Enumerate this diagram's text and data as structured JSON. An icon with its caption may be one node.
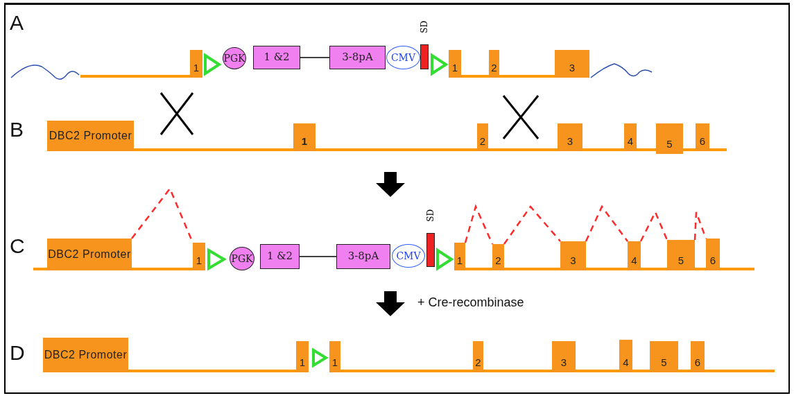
{
  "diagram": {
    "nodes": [
      {
        "text": [
          "1"
        ]
      },
      {
        "text": [],
        "shape": "triangle"
      },
      {
        "text": [
          "PGK"
        ]
      },
      {
        "text": [
          "1 &2"
        ]
      },
      {
        "text": [
          "3-8pA"
        ]
      },
      {
        "text": [
          "CMV"
        ]
      },
      {
        "text": [
          "SD"
        ]
      },
      {
        "text": [],
        "shape": "triangle"
      },
      {
        "text": [
          "1"
        ]
      },
      {
        "text": [
          "2"
        ]
      },
      {
        "text": [
          "3"
        ]
      },
      {
        "text": [
          "DBC2 Promoter"
        ]
      },
      {
        "text": [
          "1"
        ]
      },
      {
        "text": [
          "2"
        ]
      },
      {
        "text": [
          "3"
        ]
      },
      {
        "text": [
          "4"
        ]
      },
      {
        "text": [
          "5"
        ]
      },
      {
        "text": [
          "6"
        ]
      },
      {
        "text": [
          "DBC2 Promoter"
        ]
      },
      {
        "text": [
          "1"
        ]
      },
      {
        "text": [],
        "shape": "triangle"
      },
      {
        "text": [
          "PGK"
        ]
      },
      {
        "text": [
          "1 &2"
        ]
      },
      {
        "text": [
          "3-8pA"
        ]
      },
      {
        "text": [
          "CMV"
        ]
      },
      {
        "text": [
          "SD"
        ]
      },
      {
        "text": [],
        "shape": "triangle"
      },
      {
        "text": [
          "1"
        ]
      },
      {
        "text": [
          "2"
        ]
      },
      {
        "text": [
          "3"
        ]
      },
      {
        "text": [
          "4"
        ]
      },
      {
        "text": [
          "5"
        ]
      },
      {
        "text": [
          "6"
        ]
      },
      {
        "text": [
          "DBC2 Promoter"
        ]
      },
      {
        "text": [
          "1"
        ]
      },
      {
        "text": [],
        "shape": "triangle"
      },
      {
        "text": [
          "1"
        ]
      },
      {
        "text": [
          "2"
        ]
      },
      {
        "text": [
          "3"
        ]
      },
      {
        "text": [
          "4"
        ]
      },
      {
        "text": [
          "5"
        ]
      },
      {
        "text": [
          "6"
        ]
      }
    ],
    "edges": [
      {
        "from": 3,
        "to": 4,
        "arrow": "none",
        "color": "#000000"
      },
      {
        "from": 18,
        "to": 19,
        "arrow": "none",
        "style": "dashed",
        "color": "#ff2a2a"
      },
      {
        "from": 22,
        "to": 23,
        "arrow": "none",
        "color": "#000000"
      },
      {
        "from": 27,
        "to": 28,
        "arrow": "none",
        "style": "dashed",
        "color": "#ff2a2a"
      },
      {
        "from": 28,
        "to": 29,
        "arrow": "none",
        "style": "dashed",
        "color": "#ff2a2a"
      },
      {
        "from": 29,
        "to": 30,
        "arrow": "none",
        "style": "dashed",
        "color": "#ff2a2a"
      },
      {
        "from": 30,
        "to": 31,
        "arrow": "none",
        "style": "dashed",
        "color": "#ff2a2a"
      },
      {
        "from": 31,
        "to": 32,
        "arrow": "none",
        "style": "dashed",
        "color": "#ff2a2a"
      },
      {
        "from": null,
        "to": 0,
        "arrow": "none",
        "color": "#ff9900"
      },
      {
        "from": 8,
        "to": 9,
        "arrow": "none",
        "color": "#ff9900"
      },
      {
        "from": 9,
        "to": 10,
        "arrow": "none",
        "color": "#ff9900"
      },
      {
        "from": 11,
        "to": 12,
        "arrow": "none",
        "color": "#ff9900"
      },
      {
        "from": 12,
        "to": 13,
        "arrow": "none",
        "color": "#ff9900"
      },
      {
        "from": 13,
        "to": 14,
        "arrow": "none",
        "color": "#ff9900"
      },
      {
        "from": 14,
        "to": 15,
        "arrow": "none",
        "color": "#ff9900"
      },
      {
        "from": 15,
        "to": 16,
        "arrow": "none",
        "color": "#ff9900"
      },
      {
        "from": 16,
        "to": 17,
        "arrow": "none",
        "color": "#ff9900"
      },
      {
        "from": 17,
        "to": null,
        "arrow": "none",
        "color": "#ff9900"
      },
      {
        "from": null,
        "to": 18,
        "arrow": "none",
        "color": "#ff9900"
      },
      {
        "from": 18,
        "to": 19,
        "arrow": "none",
        "color": "#ff9900"
      },
      {
        "from": 27,
        "to": 28,
        "arrow": "none",
        "color": "#ff9900"
      },
      {
        "from": 28,
        "to": 29,
        "arrow": "none",
        "color": "#ff9900"
      },
      {
        "from": 29,
        "to": 30,
        "arrow": "none",
        "color": "#ff9900"
      },
      {
        "from": 30,
        "to": 31,
        "arrow": "none",
        "color": "#ff9900"
      },
      {
        "from": 31,
        "to": 32,
        "arrow": "none",
        "color": "#ff9900"
      },
      {
        "from": 32,
        "to": null,
        "arrow": "none",
        "color": "#ff9900"
      },
      {
        "from": 33,
        "to": 34,
        "arrow": "none",
        "color": "#ff9900"
      },
      {
        "from": 36,
        "to": 37,
        "arrow": "none",
        "color": "#ff9900"
      },
      {
        "from": 37,
        "to": 38,
        "arrow": "none",
        "color": "#ff9900"
      },
      {
        "from": 38,
        "to": 39,
        "arrow": "none",
        "color": "#ff9900"
      },
      {
        "from": 39,
        "to": 40,
        "arrow": "none",
        "color": "#ff9900"
      },
      {
        "from": 40,
        "to": 41,
        "arrow": "none",
        "color": "#ff9900"
      },
      {
        "from": 41,
        "to": null,
        "arrow": "none",
        "color": "#ff9900"
      }
    ],
    "labels": [
      "A",
      "B",
      "C",
      "+ Cre-recombinase",
      "D"
    ]
  }
}
